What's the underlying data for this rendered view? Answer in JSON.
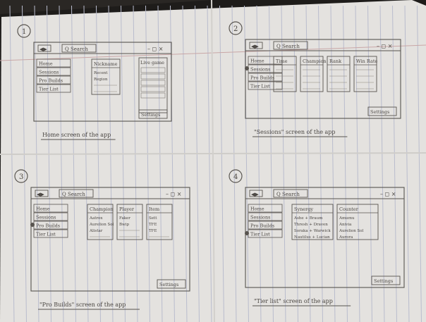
{
  "photo": {
    "kind": "pencil sketch on lined paper",
    "paper_color": "#e4e2df",
    "ink_color": "#58544f",
    "rule_color": "#b9bccd",
    "margin_color": "#c9a7a7"
  },
  "panels": [
    {
      "number": "1",
      "search": "Search",
      "nav": [
        "Home",
        "Sessions",
        "Pro Builds",
        "Tier List"
      ],
      "columns": [
        {
          "title": "Nickname",
          "rows": [
            "Recent",
            "Region"
          ]
        }
      ],
      "side_panel": "Live game",
      "settings": "Settings",
      "caption": "Home screen of the app"
    },
    {
      "number": "2",
      "search": "Search",
      "nav": [
        "Home",
        "Sessions",
        "Pro Builds",
        "Tier List"
      ],
      "columns": [
        {
          "title": "Time",
          "rows": []
        },
        {
          "title": "Champion",
          "rows": []
        },
        {
          "title": "Rank",
          "rows": []
        },
        {
          "title": "Win Rate",
          "rows": []
        }
      ],
      "settings": "Settings",
      "caption": "\"Sessions\" screen of the app"
    },
    {
      "number": "3",
      "search": "Search",
      "nav": [
        "Home",
        "Sessions",
        "Pro Builds",
        "Tier List"
      ],
      "columns": [
        {
          "title": "Champion",
          "rows": [
            "Aatrox",
            "Aurelion Sol",
            "Alistar"
          ]
        },
        {
          "title": "Player",
          "rows": [
            "Faker",
            "Bwip"
          ]
        },
        {
          "title": "Item",
          "rows": [
            "Sett",
            "TFE",
            "TFE"
          ]
        }
      ],
      "settings": "Settings",
      "caption": "\"Pro Builds\" screen of the app"
    },
    {
      "number": "4",
      "search": "Search",
      "nav": [
        "Home",
        "Sessions",
        "Pro Builds",
        "Tier List"
      ],
      "columns": [
        {
          "title": "Synergy",
          "rows": [
            "Ashe + Braum",
            "Thresh + Draven",
            "Soraka + Warwick",
            "Nautilus + Lucian"
          ]
        },
        {
          "title": "Counter",
          "rows": [
            "Amumu",
            "Anivia",
            "Aurelion Sol",
            "Aurora"
          ]
        }
      ],
      "settings": "Settings",
      "caption": "\"Tier list\" screen of the app"
    }
  ]
}
